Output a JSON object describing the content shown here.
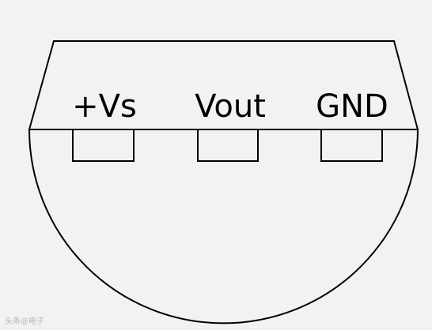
{
  "pins": [
    {
      "label": "+Vs"
    },
    {
      "label": "Vout"
    },
    {
      "label": "GND"
    }
  ],
  "watermark": {
    "text": "头条@电子"
  },
  "colors": {
    "background": "#f2f2f2",
    "stroke": "#000000",
    "watermark": "#b8b8b8"
  }
}
